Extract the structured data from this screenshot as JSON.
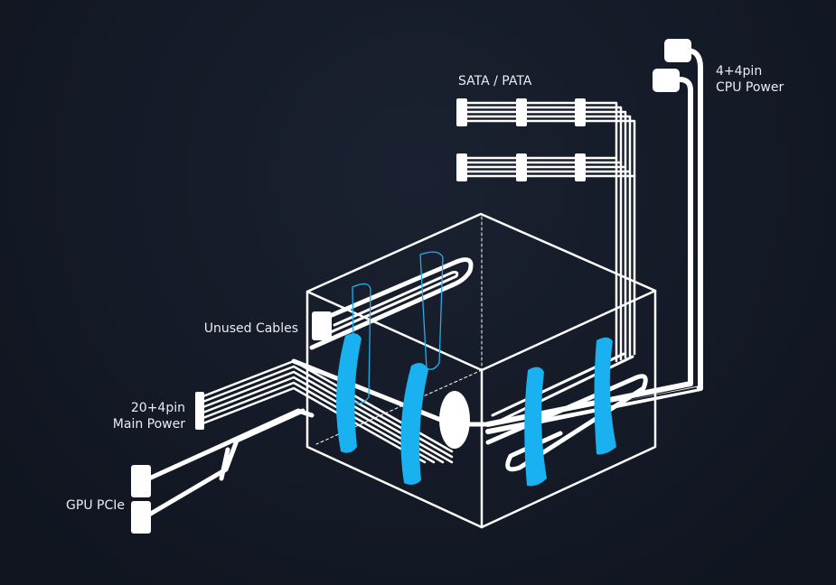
{
  "labels": {
    "sata": "SATA / PATA",
    "cpu_line1": "4+4pin",
    "cpu_line2": "CPU Power",
    "unused": "Unused Cables",
    "main_line1": "20+4pin",
    "main_line2": "Main Power",
    "gpu": "GPU PCIe"
  },
  "colors": {
    "background": "#141a26",
    "cable": "#ffffff",
    "strap": "#19b1f0"
  }
}
